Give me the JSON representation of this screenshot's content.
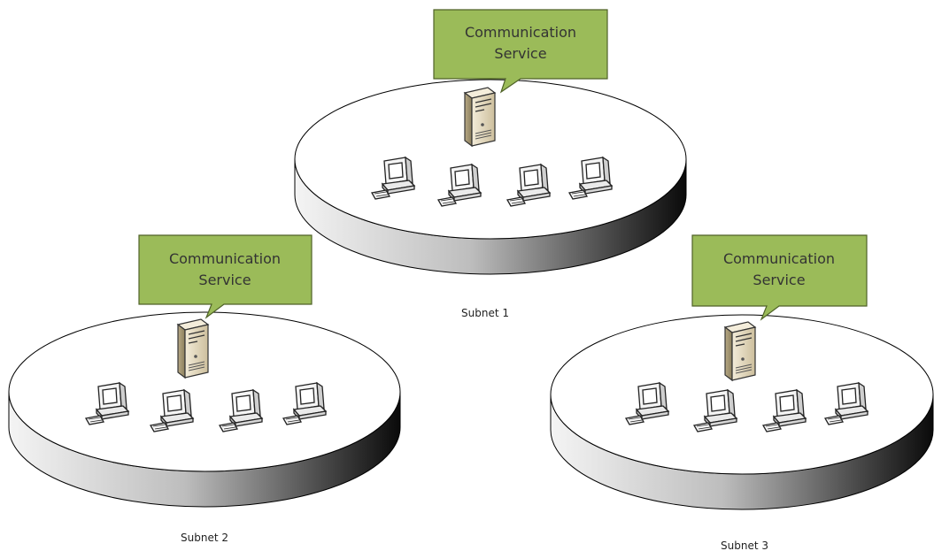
{
  "diagram": {
    "subnets": [
      {
        "label": "Subnet 1",
        "service": {
          "line1": "Communication",
          "line2": "Service",
          "icon": "server-tower-icon"
        },
        "workstations": 4
      },
      {
        "label": "Subnet 2",
        "service": {
          "line1": "Communication",
          "line2": "Service",
          "icon": "server-tower-icon"
        },
        "workstations": 4
      },
      {
        "label": "Subnet 3",
        "service": {
          "line1": "Communication",
          "line2": "Service",
          "icon": "server-tower-icon"
        },
        "workstations": 4
      }
    ],
    "colors": {
      "callout_fill": "#9BBB59",
      "callout_stroke": "#4F6228",
      "server_fill": "#E6DCC3",
      "disc_top": "#ffffff",
      "disc_side_dark": "#1a1a1a",
      "workstation_stroke": "#222222"
    }
  }
}
